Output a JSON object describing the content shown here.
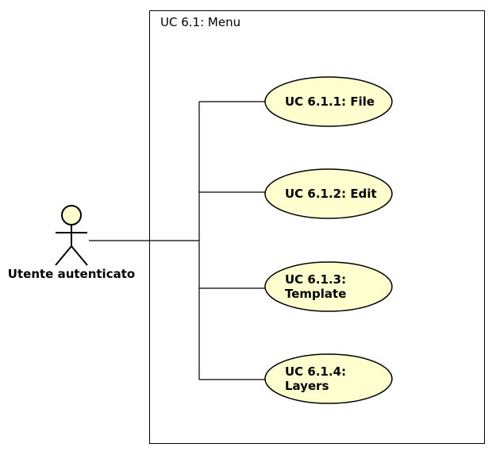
{
  "system": {
    "title": "UC 6.1: Menu"
  },
  "actor": {
    "label": "Utente autenticato"
  },
  "use_cases": [
    {
      "lines": [
        "UC 6.1.1: File"
      ]
    },
    {
      "lines": [
        "UC 6.1.2: Edit"
      ]
    },
    {
      "lines": [
        "UC 6.1.3:",
        "Template"
      ]
    },
    {
      "lines": [
        "UC 6.1.4:",
        "Layers"
      ]
    }
  ],
  "colors": {
    "use_case_fill": "#fefece",
    "actor_head_fill": "#fefece",
    "stroke": "#000000"
  }
}
